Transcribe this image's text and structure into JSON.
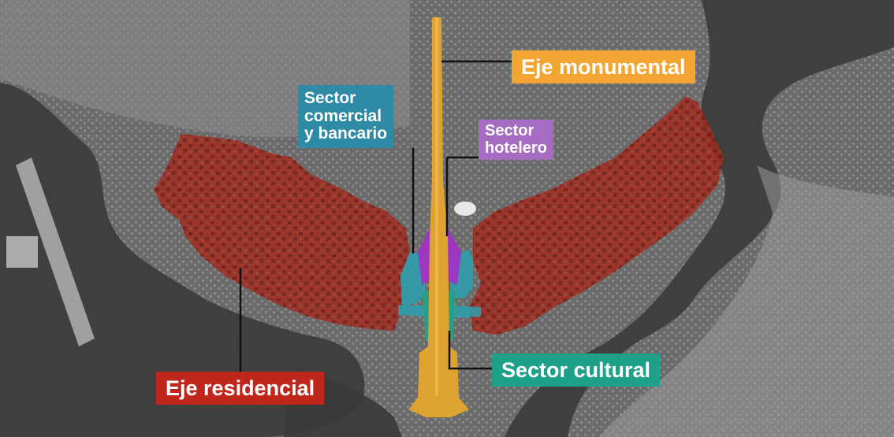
{
  "labels": {
    "monumental": "Eje monumental",
    "comercial": "Sector\ncomercial\ny bancario",
    "hotelero": "Sector\nhotelero",
    "residencial": "Eje residencial",
    "cultural": "Sector cultural"
  },
  "colors": {
    "monumental": "#f2a531",
    "comercial": "#2f8aa6",
    "hotelero": "#a56cc1",
    "residencial": "#c0271c",
    "cultural": "#1fa089",
    "residencial_overlay": "#a32a1c",
    "monumental_overlay": "#e8a72c",
    "comercial_overlay": "#2ba0b2",
    "hotelero_overlay": "#a62fc8",
    "cultural_overlay": "#26a27f",
    "leader_line": "#111111"
  }
}
